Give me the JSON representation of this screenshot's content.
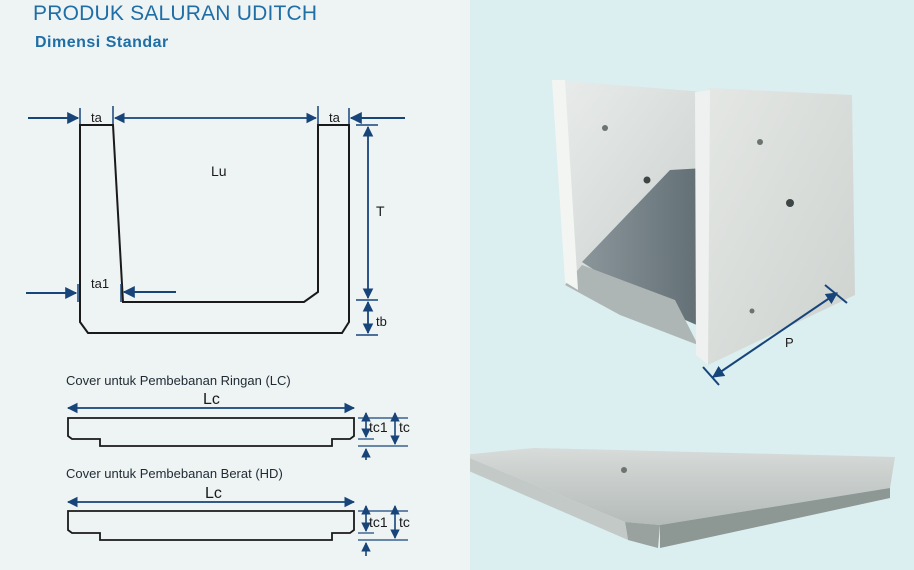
{
  "header": {
    "title": "PRODUK SALURAN UDITCH",
    "subtitle": "Dimensi Standar"
  },
  "uditch_diagram": {
    "labels": {
      "ta_left": "ta",
      "ta_right": "ta",
      "lu": "Lu",
      "t": "T",
      "ta1": "ta1",
      "tb": "tb"
    }
  },
  "cover_lc": {
    "caption": "Cover untuk Pembebanan Ringan (LC)",
    "length_label": "Lc",
    "tc1_label": "tc1",
    "tc_label": "tc"
  },
  "cover_hd": {
    "caption": "Cover untuk Pembebanan Berat (HD)",
    "length_label": "Lc",
    "tc1_label": "tc1",
    "tc_label": "tc"
  },
  "product_photo": {
    "p_label": "P"
  },
  "colors": {
    "title": "#1f6ea6",
    "dimension_line": "#17457a",
    "outline": "#1a1a1a",
    "photo_background": "#dbeef0"
  }
}
